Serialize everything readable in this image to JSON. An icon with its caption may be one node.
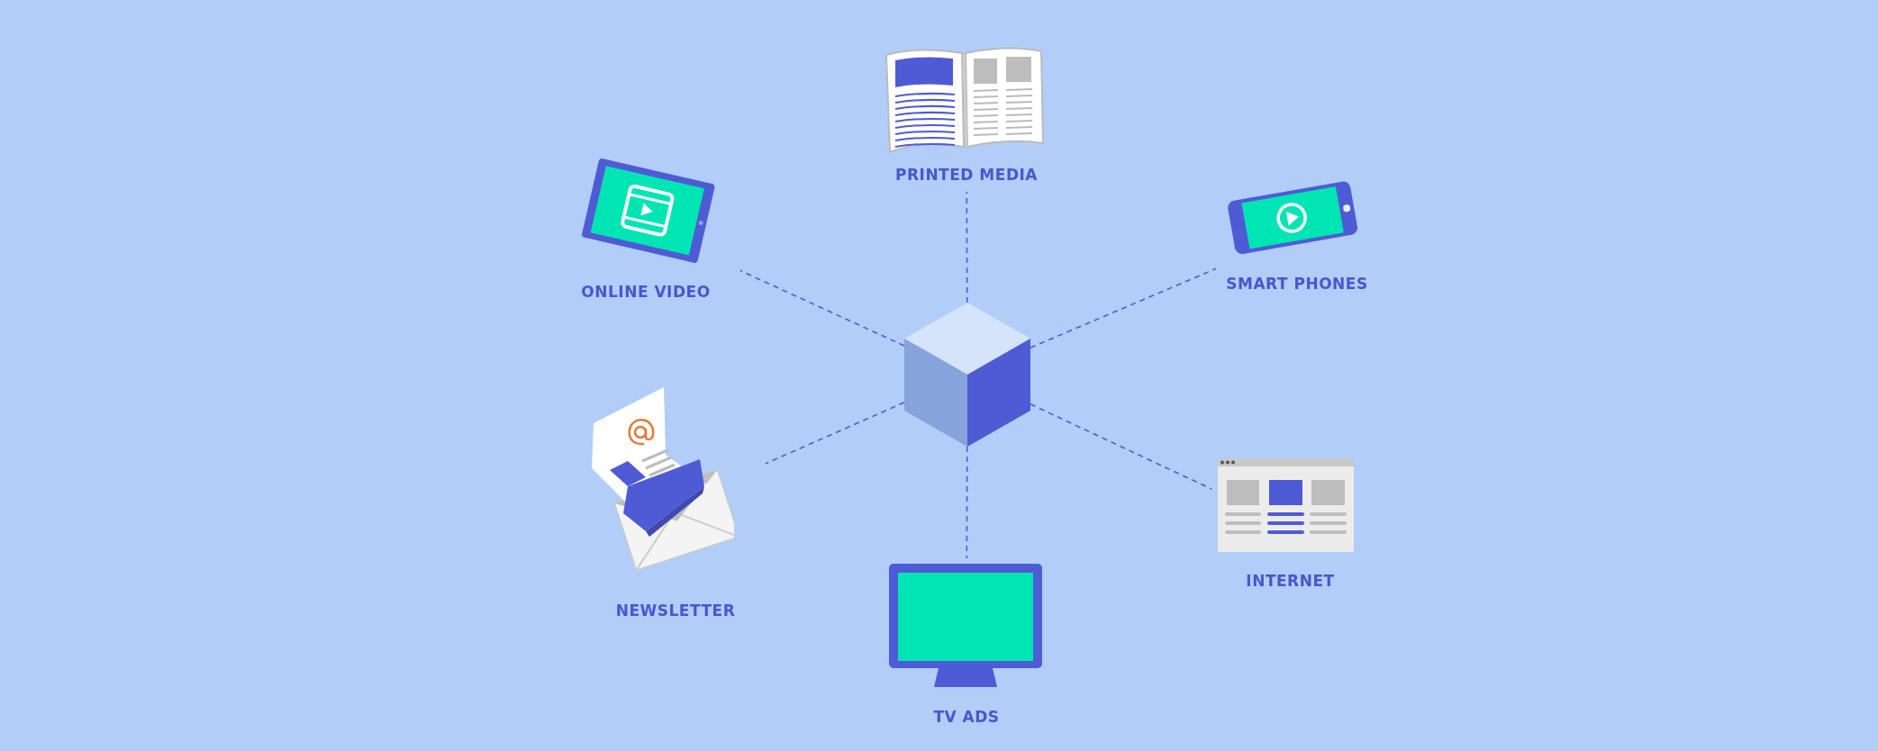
{
  "diagram": {
    "nodes": [
      {
        "text": [
          "PRINTED MEDIA"
        ]
      },
      {
        "text": [
          "ONLINE VIDEO"
        ]
      },
      {
        "text": [
          "SMART PHONES"
        ]
      },
      {
        "text": [],
        "shape": "box"
      },
      {
        "text": [
          "NEWSLETTER"
        ]
      },
      {
        "text": [
          "INTERNET"
        ]
      },
      {
        "text": [
          "TV ADS"
        ]
      }
    ],
    "edges": [
      {
        "from": 3,
        "to": 0,
        "arrow": "none",
        "style": "dashed"
      },
      {
        "from": 3,
        "to": 1,
        "arrow": "none",
        "style": "dashed"
      },
      {
        "from": 3,
        "to": 2,
        "arrow": "none",
        "style": "dashed"
      },
      {
        "from": 3,
        "to": 4,
        "arrow": "none",
        "style": "dashed"
      },
      {
        "from": 3,
        "to": 5,
        "arrow": "none",
        "style": "dashed"
      },
      {
        "from": 3,
        "to": 6,
        "arrow": "none",
        "style": "dashed"
      }
    ]
  }
}
